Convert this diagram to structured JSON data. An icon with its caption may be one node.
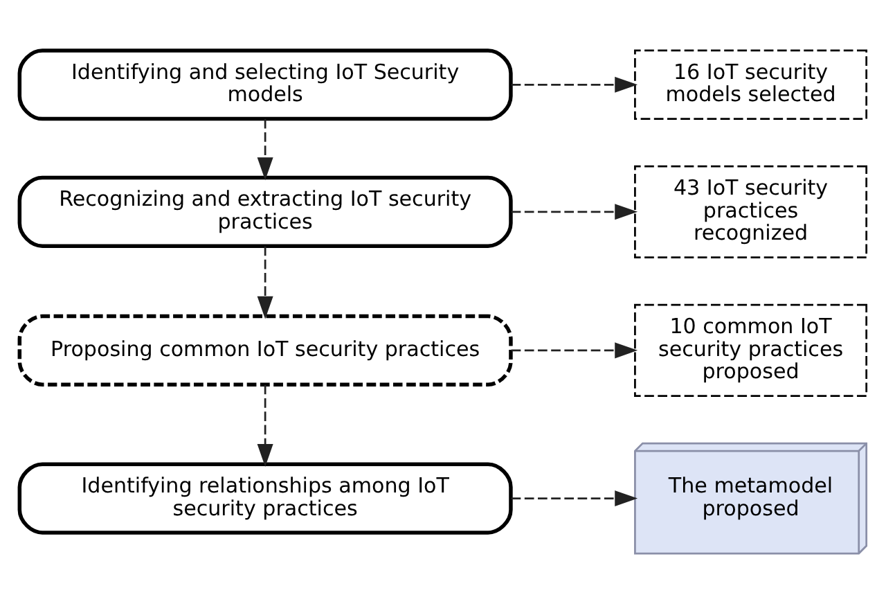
{
  "diagram": {
    "nodes": [
      {
        "text": [
          "Identifying and selecting IoT Security models"
        ]
      },
      {
        "text": [
          "16 IoT security models selected"
        ]
      },
      {
        "text": [
          "Recognizing and extracting IoT security practices"
        ]
      },
      {
        "text": [
          "43 IoT security practices recognized"
        ]
      },
      {
        "text": [
          "Proposing common IoT security practices"
        ]
      },
      {
        "text": [
          "10 common IoT security practices proposed"
        ]
      },
      {
        "text": [
          "Identifying relationships among IoT security practices"
        ]
      },
      {
        "text": [
          "The metamodel proposed"
        ]
      }
    ],
    "edges": [
      {
        "from": 0,
        "to": 1,
        "arrow": "to"
      },
      {
        "from": 0,
        "to": 2,
        "arrow": "to"
      },
      {
        "from": 2,
        "to": 3,
        "arrow": "to"
      },
      {
        "from": 2,
        "to": 4,
        "arrow": "to"
      },
      {
        "from": 4,
        "to": 5,
        "arrow": "to"
      },
      {
        "from": 4,
        "to": 6,
        "arrow": "to"
      },
      {
        "from": 6,
        "to": 7,
        "arrow": "to"
      }
    ]
  }
}
